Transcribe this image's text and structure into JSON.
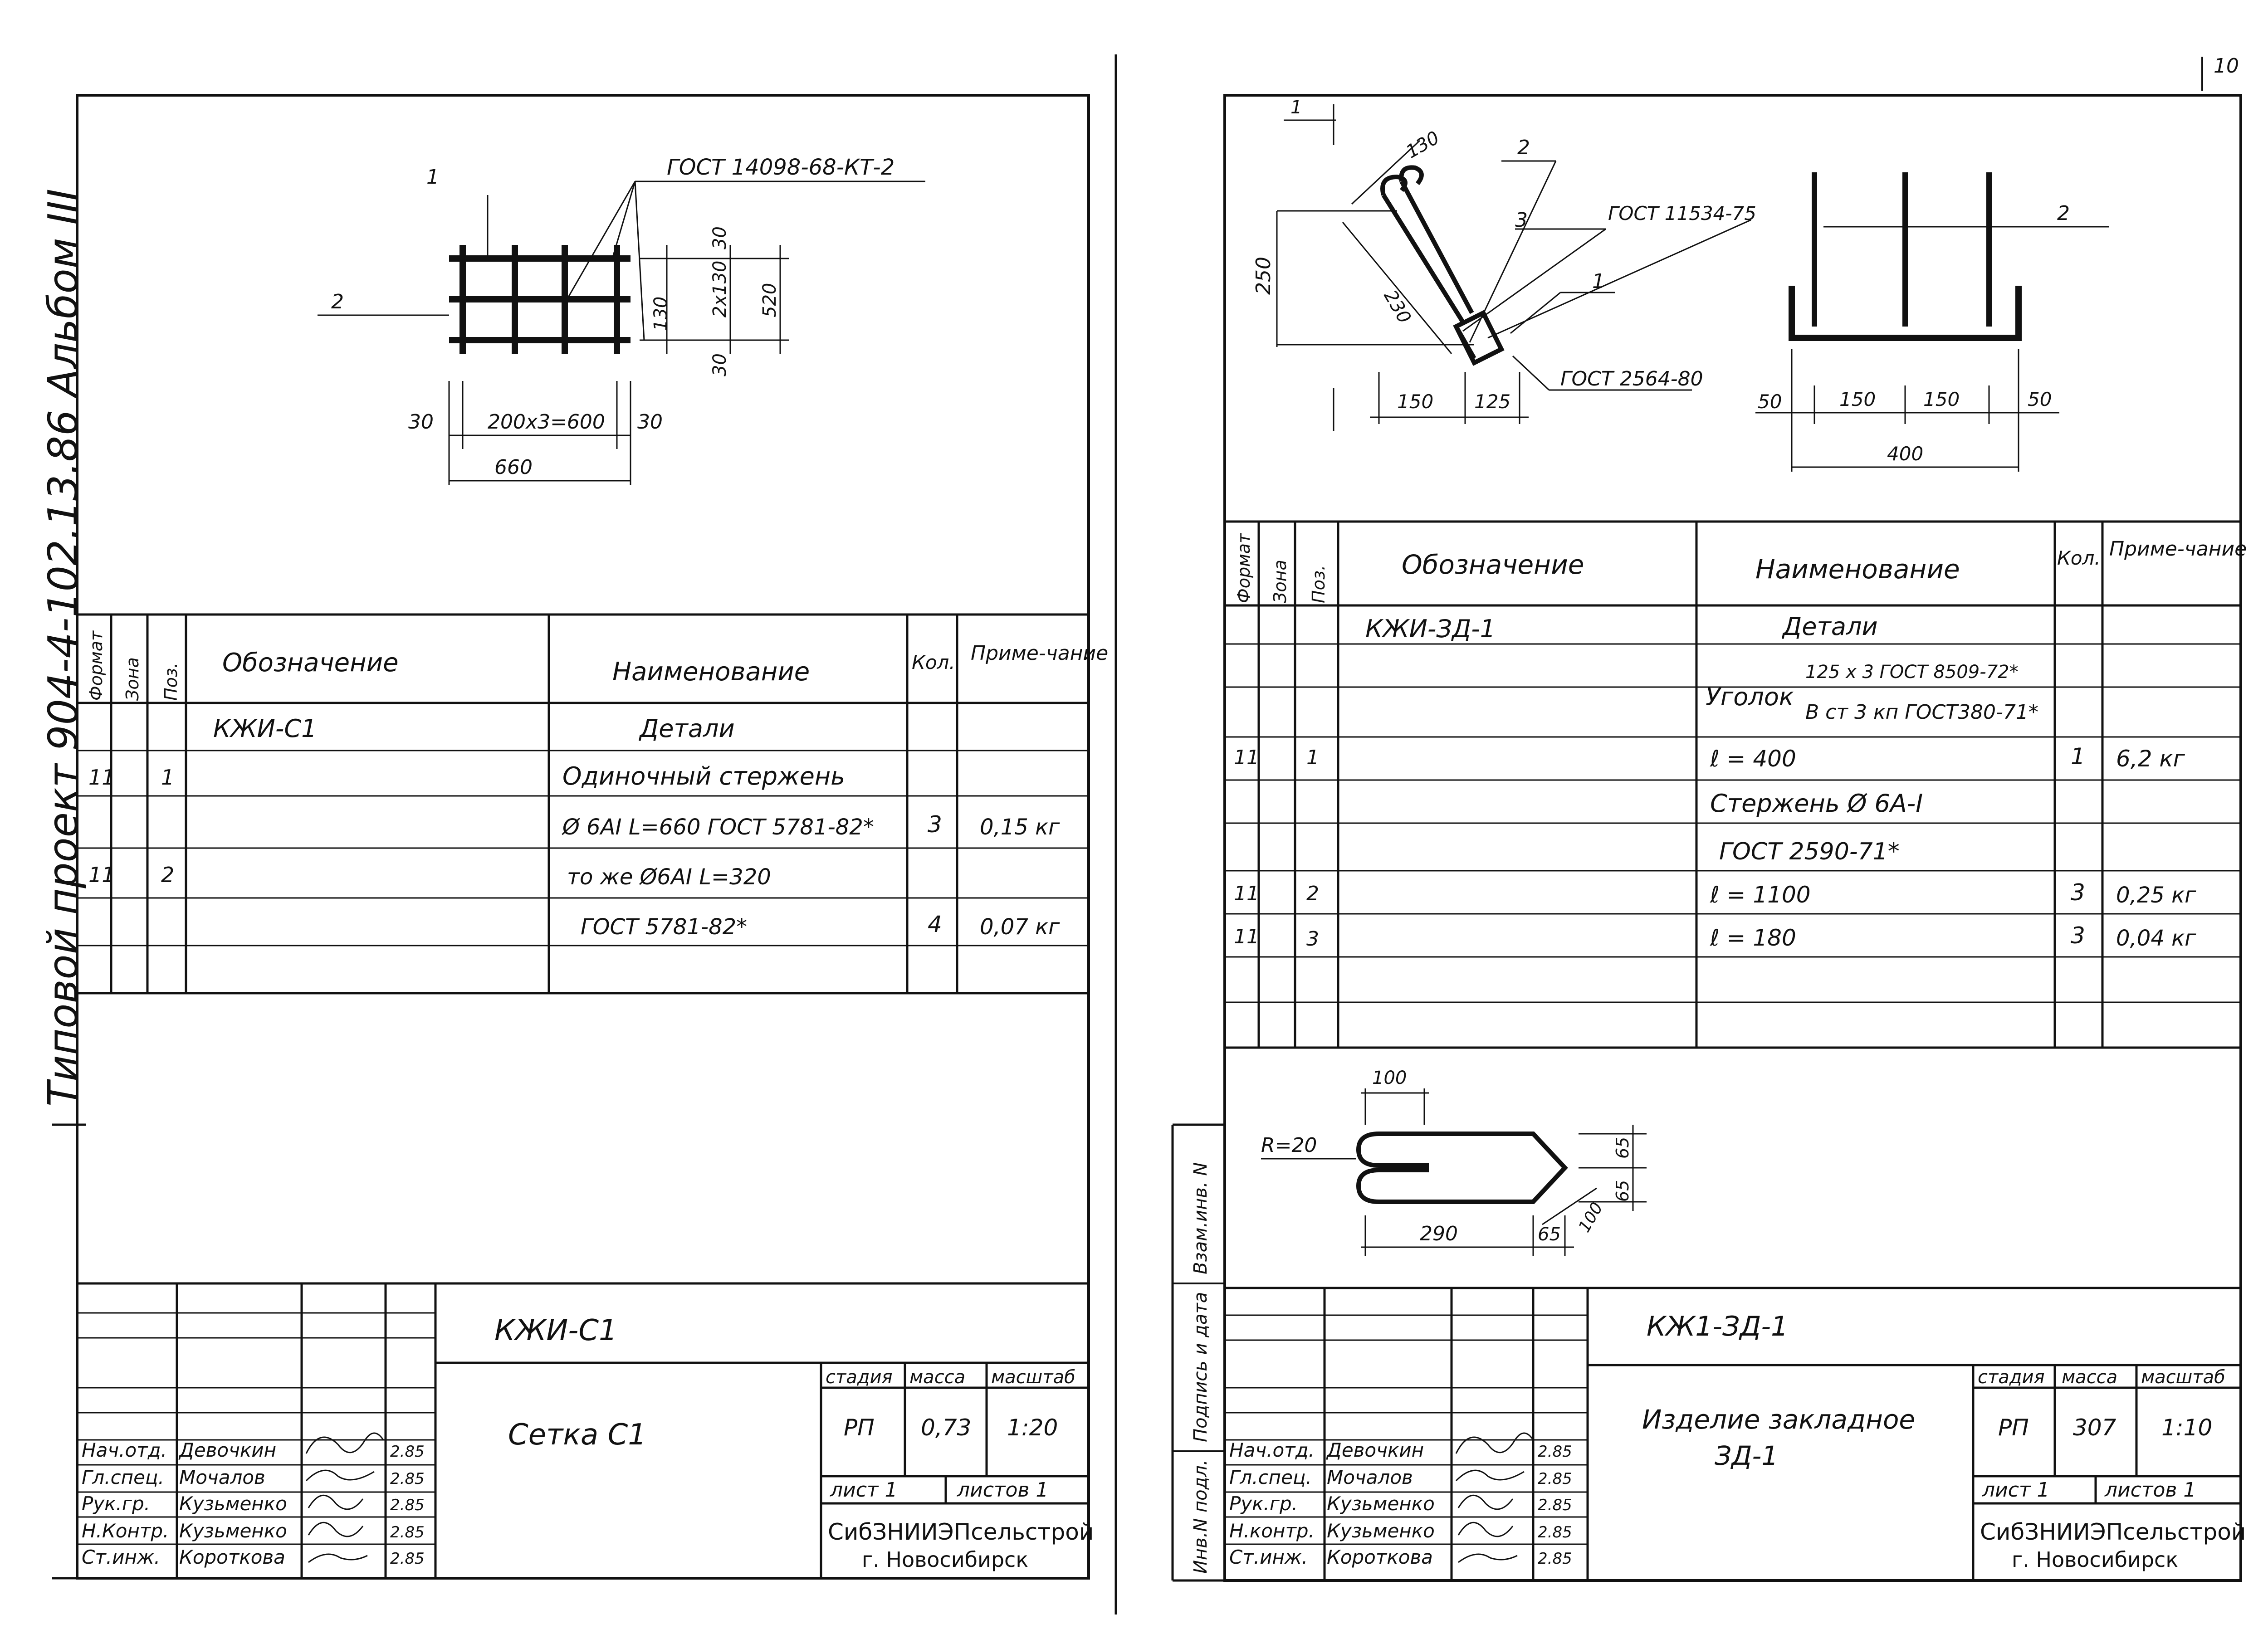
{
  "margin": {
    "page_num": "10",
    "left_title": "Типовой проект 904-4-102.13.86 Альбом III",
    "stamp_labels": [
      "Инв.N подл.",
      "Подпись и дата",
      "Взам.инв. N"
    ]
  },
  "left": {
    "drawing": {
      "callout_gost": "ГОСТ 14098-68-КТ-2",
      "pos1": "1",
      "pos2": "2",
      "dim_30_a": "30",
      "dim_200x3": "200x3=600",
      "dim_30_b": "30",
      "dim_660": "660",
      "dim_right_30a": "30",
      "dim_130": "130",
      "dim_2x130": "2x130",
      "dim_520": "520",
      "dim_right_30b": "30"
    },
    "spec": {
      "headers": {
        "format": "Формат",
        "zone": "Зона",
        "pos": "Поз.",
        "designation": "Обозначение",
        "name": "Наименование",
        "qty": "Кол.",
        "note": "Приме-чание"
      },
      "rows": [
        {
          "format": "",
          "pos": "",
          "designation": "КЖИ-С1",
          "name": "Детали",
          "qty": "",
          "note": ""
        },
        {
          "format": "11",
          "pos": "1",
          "designation": "",
          "name": "Одиночный стержень",
          "qty": "",
          "note": ""
        },
        {
          "format": "",
          "pos": "",
          "designation": "",
          "name": "Ø 6AI  L=660 ГОСТ 5781-82*",
          "qty": "3",
          "note": "0,15 кг"
        },
        {
          "format": "11",
          "pos": "2",
          "designation": "",
          "name": "то же Ø6AI  L=320",
          "qty": "",
          "note": ""
        },
        {
          "format": "",
          "pos": "",
          "designation": "",
          "name": "ГОСТ  5781-82*",
          "qty": "4",
          "note": "0,07 кг"
        }
      ]
    },
    "title_block": {
      "code": "КЖИ-С1",
      "title": "Сетка  С1",
      "stage_label": "стадия",
      "mass_label": "масса",
      "scale_label": "масштаб",
      "stage": "РП",
      "mass": "0,73",
      "scale": "1:20",
      "sheet": "лист 1",
      "sheets": "листов 1",
      "org": "СибЗНИИЭПсельстрой",
      "city": "г. Новосибирск",
      "people": [
        {
          "role": "Нач.отд.",
          "name": "Девочкин",
          "date": "2.85"
        },
        {
          "role": "Гл.спец.",
          "name": "Мочалов",
          "date": "2.85"
        },
        {
          "role": "Рук.гр.",
          "name": "Кузьменко",
          "date": "2.85"
        },
        {
          "role": "Н.Контр.",
          "name": "Кузьменко",
          "date": "2.85"
        },
        {
          "role": "Ст.инж.",
          "name": "Короткова",
          "date": "2.85"
        }
      ]
    }
  },
  "right": {
    "drawing": {
      "pos1": "1",
      "pos2": "2",
      "pos3": "3",
      "pos2b": "2",
      "dim_130": "130",
      "dim_250": "250",
      "dim_230": "230",
      "dim_150": "150",
      "dim_125": "125",
      "gost_11534": "ГОСТ 11534-75",
      "gost_2564": "ГОСТ 2564-80",
      "dim_50a": "50",
      "dim_150a": "150",
      "dim_150b": "150",
      "dim_50b": "50",
      "dim_400": "400"
    },
    "spec": {
      "headers": {
        "format": "Формат",
        "zone": "Зона",
        "pos": "Поз.",
        "designation": "Обозначение",
        "name": "Наименование",
        "qty": "Кол.",
        "note": "Приме-чание"
      },
      "rows": [
        {
          "format": "",
          "pos": "",
          "designation": "КЖИ-ЗД-1",
          "name": "Детали",
          "qty": "",
          "note": ""
        },
        {
          "format": "",
          "pos": "",
          "designation": "",
          "name": "Уголок",
          "name_top": "125 x 3 ГОСТ 8509-72*",
          "name_bottom": "В ст 3 кп ГОСТ380-71*",
          "qty": "",
          "note": ""
        },
        {
          "format": "11",
          "pos": "1",
          "designation": "",
          "name": "ℓ = 400",
          "qty": "1",
          "note": "6,2 кг"
        },
        {
          "format": "",
          "pos": "",
          "designation": "",
          "name": "Стержень Ø 6A-I",
          "qty": "",
          "note": ""
        },
        {
          "format": "",
          "pos": "",
          "designation": "",
          "name": "ГОСТ  2590-71*",
          "qty": "",
          "note": ""
        },
        {
          "format": "11",
          "pos": "2",
          "designation": "",
          "name": "ℓ =  1100",
          "qty": "3",
          "note": "0,25 кг"
        },
        {
          "format": "11",
          "pos": "3",
          "designation": "",
          "name": "ℓ =  180",
          "qty": "3",
          "note": "0,04 кг"
        }
      ]
    },
    "detail": {
      "dim_100": "100",
      "radius": "R=20",
      "dim_290": "290",
      "dim_65a": "65",
      "dim_100b": "100",
      "dim_65b": "65",
      "dim_65c": "65"
    },
    "title_block": {
      "code": "КЖ1-ЗД-1",
      "title_l1": "Изделие закладное",
      "title_l2": "ЗД-1",
      "stage_label": "стадия",
      "mass_label": "масса",
      "scale_label": "масштаб",
      "stage": "РП",
      "mass": "307",
      "scale": "1:10",
      "sheet": "лист 1",
      "sheets": "листов 1",
      "org": "СибЗНИИЭПсельстрой",
      "city": "г. Новосибирск",
      "people": [
        {
          "role": "Нач.отд.",
          "name": "Девочкин",
          "date": "2.85"
        },
        {
          "role": "Гл.спец.",
          "name": "Мочалов",
          "date": "2.85"
        },
        {
          "role": "Рук.гр.",
          "name": "Кузьменко",
          "date": "2.85"
        },
        {
          "role": "Н.контр.",
          "name": "Кузьменко",
          "date": "2.85"
        },
        {
          "role": "Ст.инж.",
          "name": "Короткова",
          "date": "2.85"
        }
      ]
    }
  }
}
